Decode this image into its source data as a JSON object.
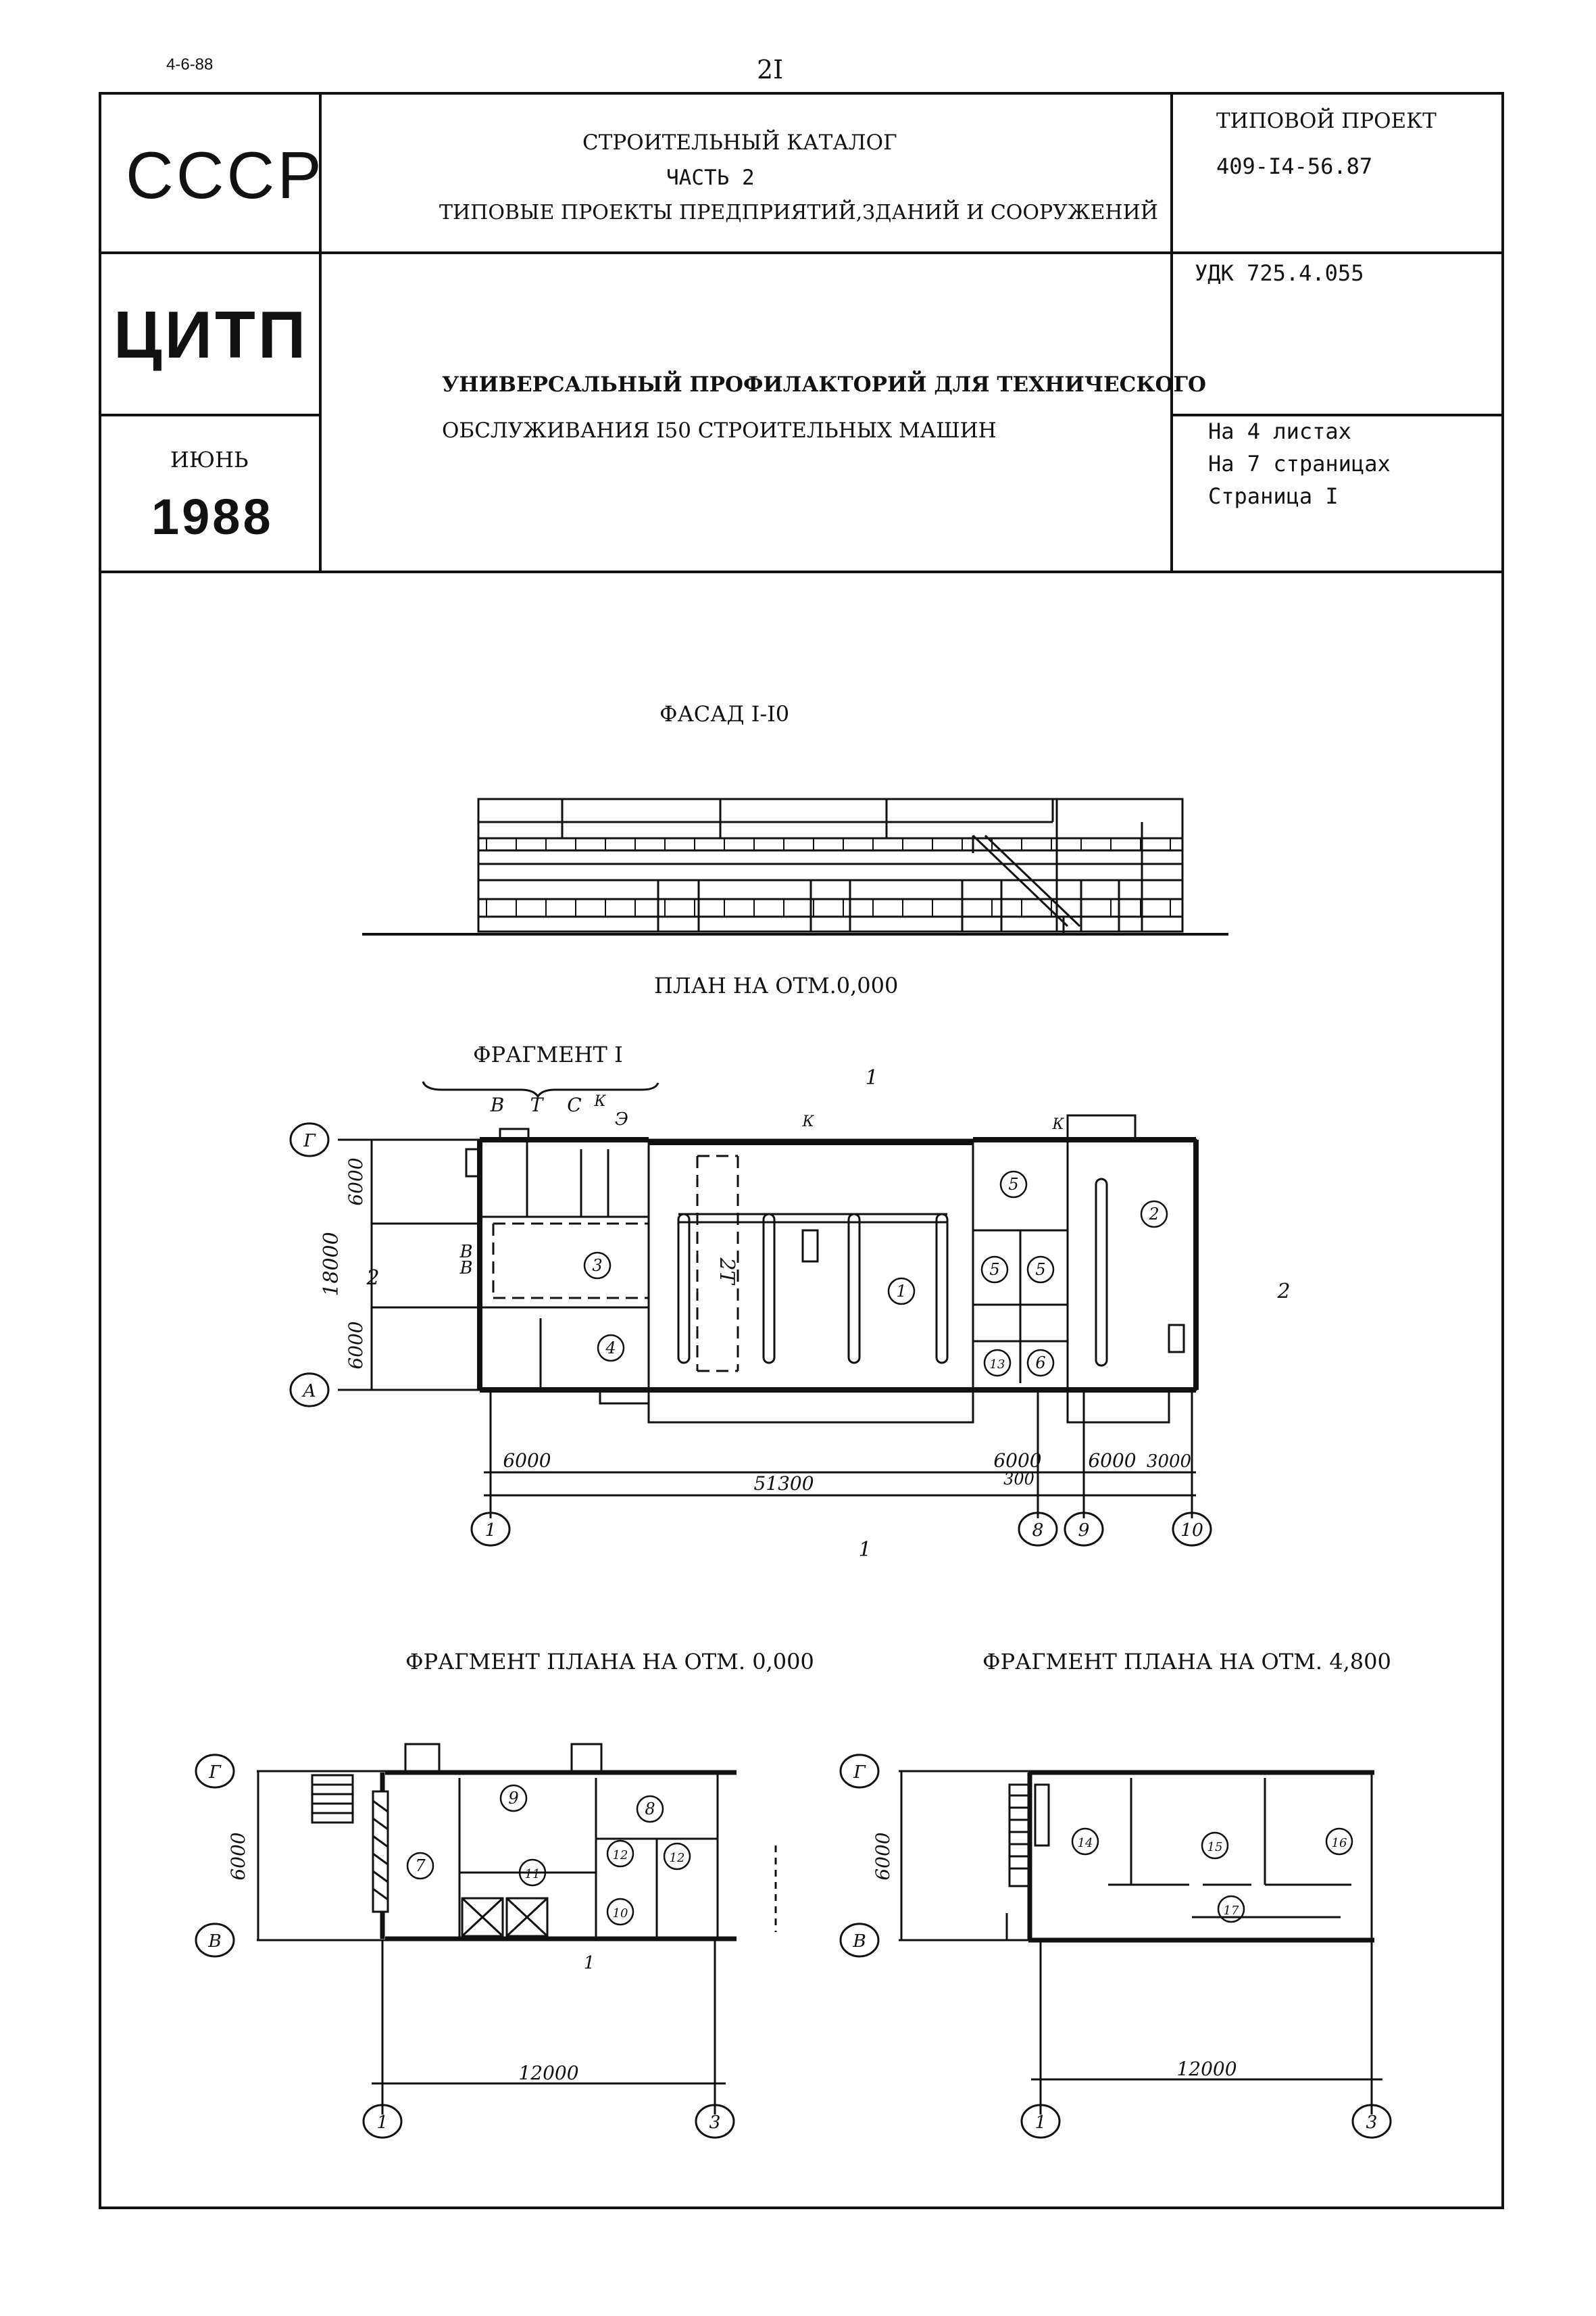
{
  "header": {
    "corner_code": "4-6-88",
    "page_number": "2I"
  },
  "title_block": {
    "org_top": "СССР",
    "org_mid": "ЦИТП",
    "month": "ИЮНЬ",
    "year": "1988",
    "catalog_line1": "СТРОИТЕЛЬНЫЙ КАТАЛОГ",
    "catalog_line2": "ЧАСТЬ 2",
    "catalog_line3": "ТИПОВЫЕ ПРОЕКТЫ ПРЕДПРИЯТИЙ,ЗДАНИЙ И СООРУЖЕНИЙ",
    "project_label": "ТИПОВОЙ ПРОЕКТ",
    "project_number": "409-I4-56.87",
    "udk": "УДК 725.4.055",
    "object_line1": "УНИВЕРСАЛЬНЫЙ ПРОФИЛАКТОРИЙ ДЛЯ ТЕХНИЧЕСКОГО",
    "object_line2": "ОБСЛУЖИВАНИЯ I50 СТРОИТЕЛЬНЫХ МАШИН",
    "sheets": "На 4 листах",
    "pages": "На 7 страницах",
    "page": "Страница I"
  },
  "drawings": {
    "facade_title": "ФАСАД I-I0",
    "plan_title": "ПЛАН НА ОТМ.0,000",
    "fragment_label": "ФРАГМЕНТ I",
    "fragment1_title": "ФРАГМЕНТ ПЛАНА НА ОТМ. 0,000",
    "fragment2_title": "ФРАГМЕНТ ПЛАНА НА ОТМ. 4,800"
  },
  "plan": {
    "axes_rows": [
      "Г",
      "А"
    ],
    "axes_cols": [
      "1",
      "8",
      "9",
      "10"
    ],
    "dim_vertical": [
      "6000",
      "18000",
      "6000"
    ],
    "dim_bottom": [
      "6000",
      "51300",
      "6000",
      "300",
      "6000",
      "3000"
    ],
    "section_marks": [
      "1",
      "1",
      "2",
      "2"
    ],
    "wall_marks": [
      "В",
      "Т",
      "С",
      "К",
      "Э",
      "К",
      "К",
      "В",
      "В"
    ],
    "crane_label": "2Т",
    "rooms": [
      "1",
      "2",
      "3",
      "4",
      "5",
      "5",
      "5",
      "6",
      "13"
    ]
  },
  "fragment1": {
    "axes_rows": [
      "Г",
      "В"
    ],
    "axes_cols": [
      "1",
      "3"
    ],
    "dim_vertical": "6000",
    "dim_bottom": "12000",
    "cut_mark": "1",
    "rooms": [
      "7",
      "9",
      "8",
      "12",
      "11",
      "12",
      "10"
    ]
  },
  "fragment2": {
    "axes_rows": [
      "Г",
      "В"
    ],
    "axes_cols": [
      "1",
      "3"
    ],
    "dim_vertical": "6000",
    "dim_bottom": "12000",
    "rooms": [
      "14",
      "15",
      "16",
      "17"
    ]
  }
}
